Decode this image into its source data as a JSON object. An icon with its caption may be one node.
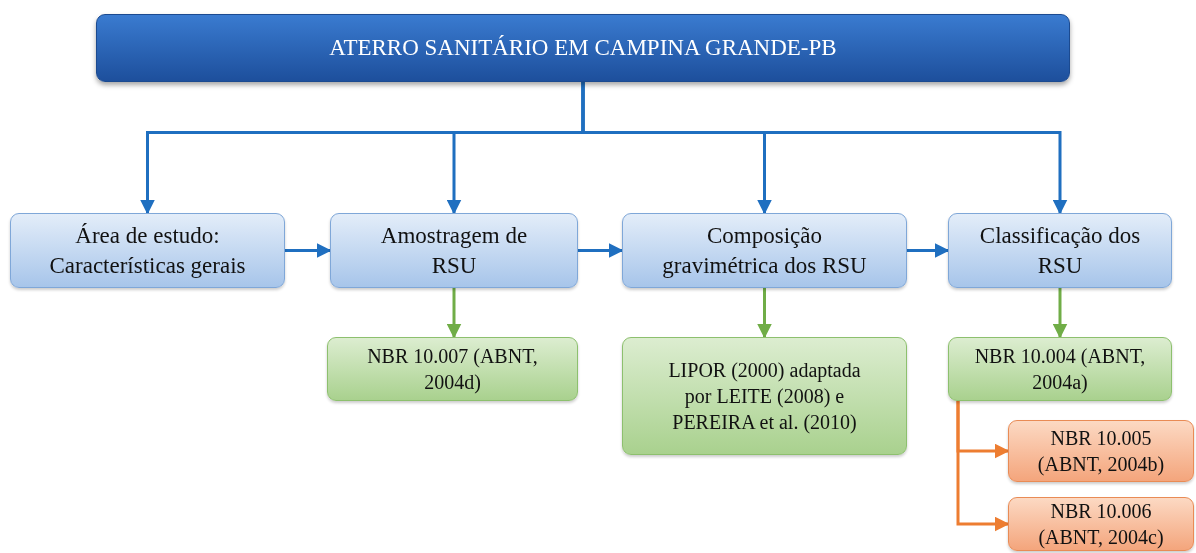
{
  "diagram": {
    "nodes": [
      {
        "text": [
          "ATERRO SANITÁRIO EM CAMPINA GRANDE-PB"
        ]
      },
      {
        "text": [
          "Área de estudo: Características gerais"
        ]
      },
      {
        "text": [
          "Amostragem de RSU"
        ]
      },
      {
        "text": [
          "Composição gravimétrica dos RSU"
        ]
      },
      {
        "text": [
          "Classificação dos RSU"
        ]
      },
      {
        "text": [
          "NBR 10.007 (ABNT, 2004d)"
        ]
      },
      {
        "text": [
          "LIPOR (2000) adaptada por LEITE (2008) e PEREIRA et al. (2010)"
        ]
      },
      {
        "text": [
          "NBR 10.004 (ABNT, 2004a)"
        ]
      },
      {
        "text": [
          "NBR 10.005 (ABNT, 2004b)"
        ]
      },
      {
        "text": [
          "NBR 10.006 (ABNT, 2004c)"
        ]
      }
    ],
    "edges": [
      {
        "from": 0,
        "to": 1,
        "arrow": "to"
      },
      {
        "from": 0,
        "to": 2,
        "arrow": "to"
      },
      {
        "from": 0,
        "to": 3,
        "arrow": "to"
      },
      {
        "from": 0,
        "to": 4,
        "arrow": "to"
      },
      {
        "from": 1,
        "to": 2,
        "arrow": "to"
      },
      {
        "from": 2,
        "to": 3,
        "arrow": "to"
      },
      {
        "from": 3,
        "to": 4,
        "arrow": "to"
      },
      {
        "from": 2,
        "to": 5,
        "arrow": "to",
        "color": "#70ad47"
      },
      {
        "from": 3,
        "to": 6,
        "arrow": "to",
        "color": "#70ad47"
      },
      {
        "from": 4,
        "to": 7,
        "arrow": "to",
        "color": "#70ad47"
      },
      {
        "from": 7,
        "to": 8,
        "arrow": "to",
        "color": "#ed7d31"
      },
      {
        "from": 7,
        "to": 9,
        "arrow": "to",
        "color": "#ed7d31"
      }
    ]
  }
}
